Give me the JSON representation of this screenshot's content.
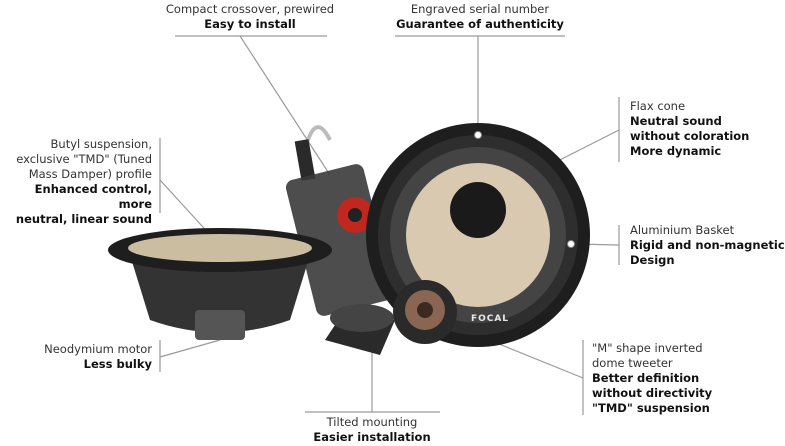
{
  "callouts": {
    "crossover": {
      "title": "Compact crossover, prewired",
      "benefit": "Easy to install"
    },
    "serial": {
      "title": "Engraved serial number",
      "benefit": "Guarantee of authenticity"
    },
    "flax": {
      "title": "Flax cone",
      "benefit_lines": [
        "Neutral sound",
        "without coloration",
        "More dynamic"
      ]
    },
    "basket": {
      "title": "Aluminium Basket",
      "benefit_lines": [
        "Rigid and non-magnetic",
        "Design"
      ]
    },
    "butyl": {
      "title_lines": [
        "Butyl suspension,",
        "exclusive \"TMD\" (Tuned",
        "Mass Damper) profile"
      ],
      "benefit_lines": [
        "Enhanced control, more",
        "neutral, linear sound"
      ]
    },
    "motor": {
      "title": "Neodymium motor",
      "benefit": "Less bulky"
    },
    "mounting": {
      "title": "Tilted mounting",
      "benefit": "Easier installation"
    },
    "tweeter": {
      "title_lines": [
        "\"M\" shape inverted",
        "dome tweeter"
      ],
      "benefit_lines": [
        "Better definition",
        "without directivity",
        "\"TMD\" suspension"
      ]
    }
  },
  "brand": "FOCAL",
  "colors": {
    "line": "#9a9a9a",
    "cone": "#d8c9b0",
    "dark": "#1c1c1c",
    "accent": "#c0271f"
  }
}
